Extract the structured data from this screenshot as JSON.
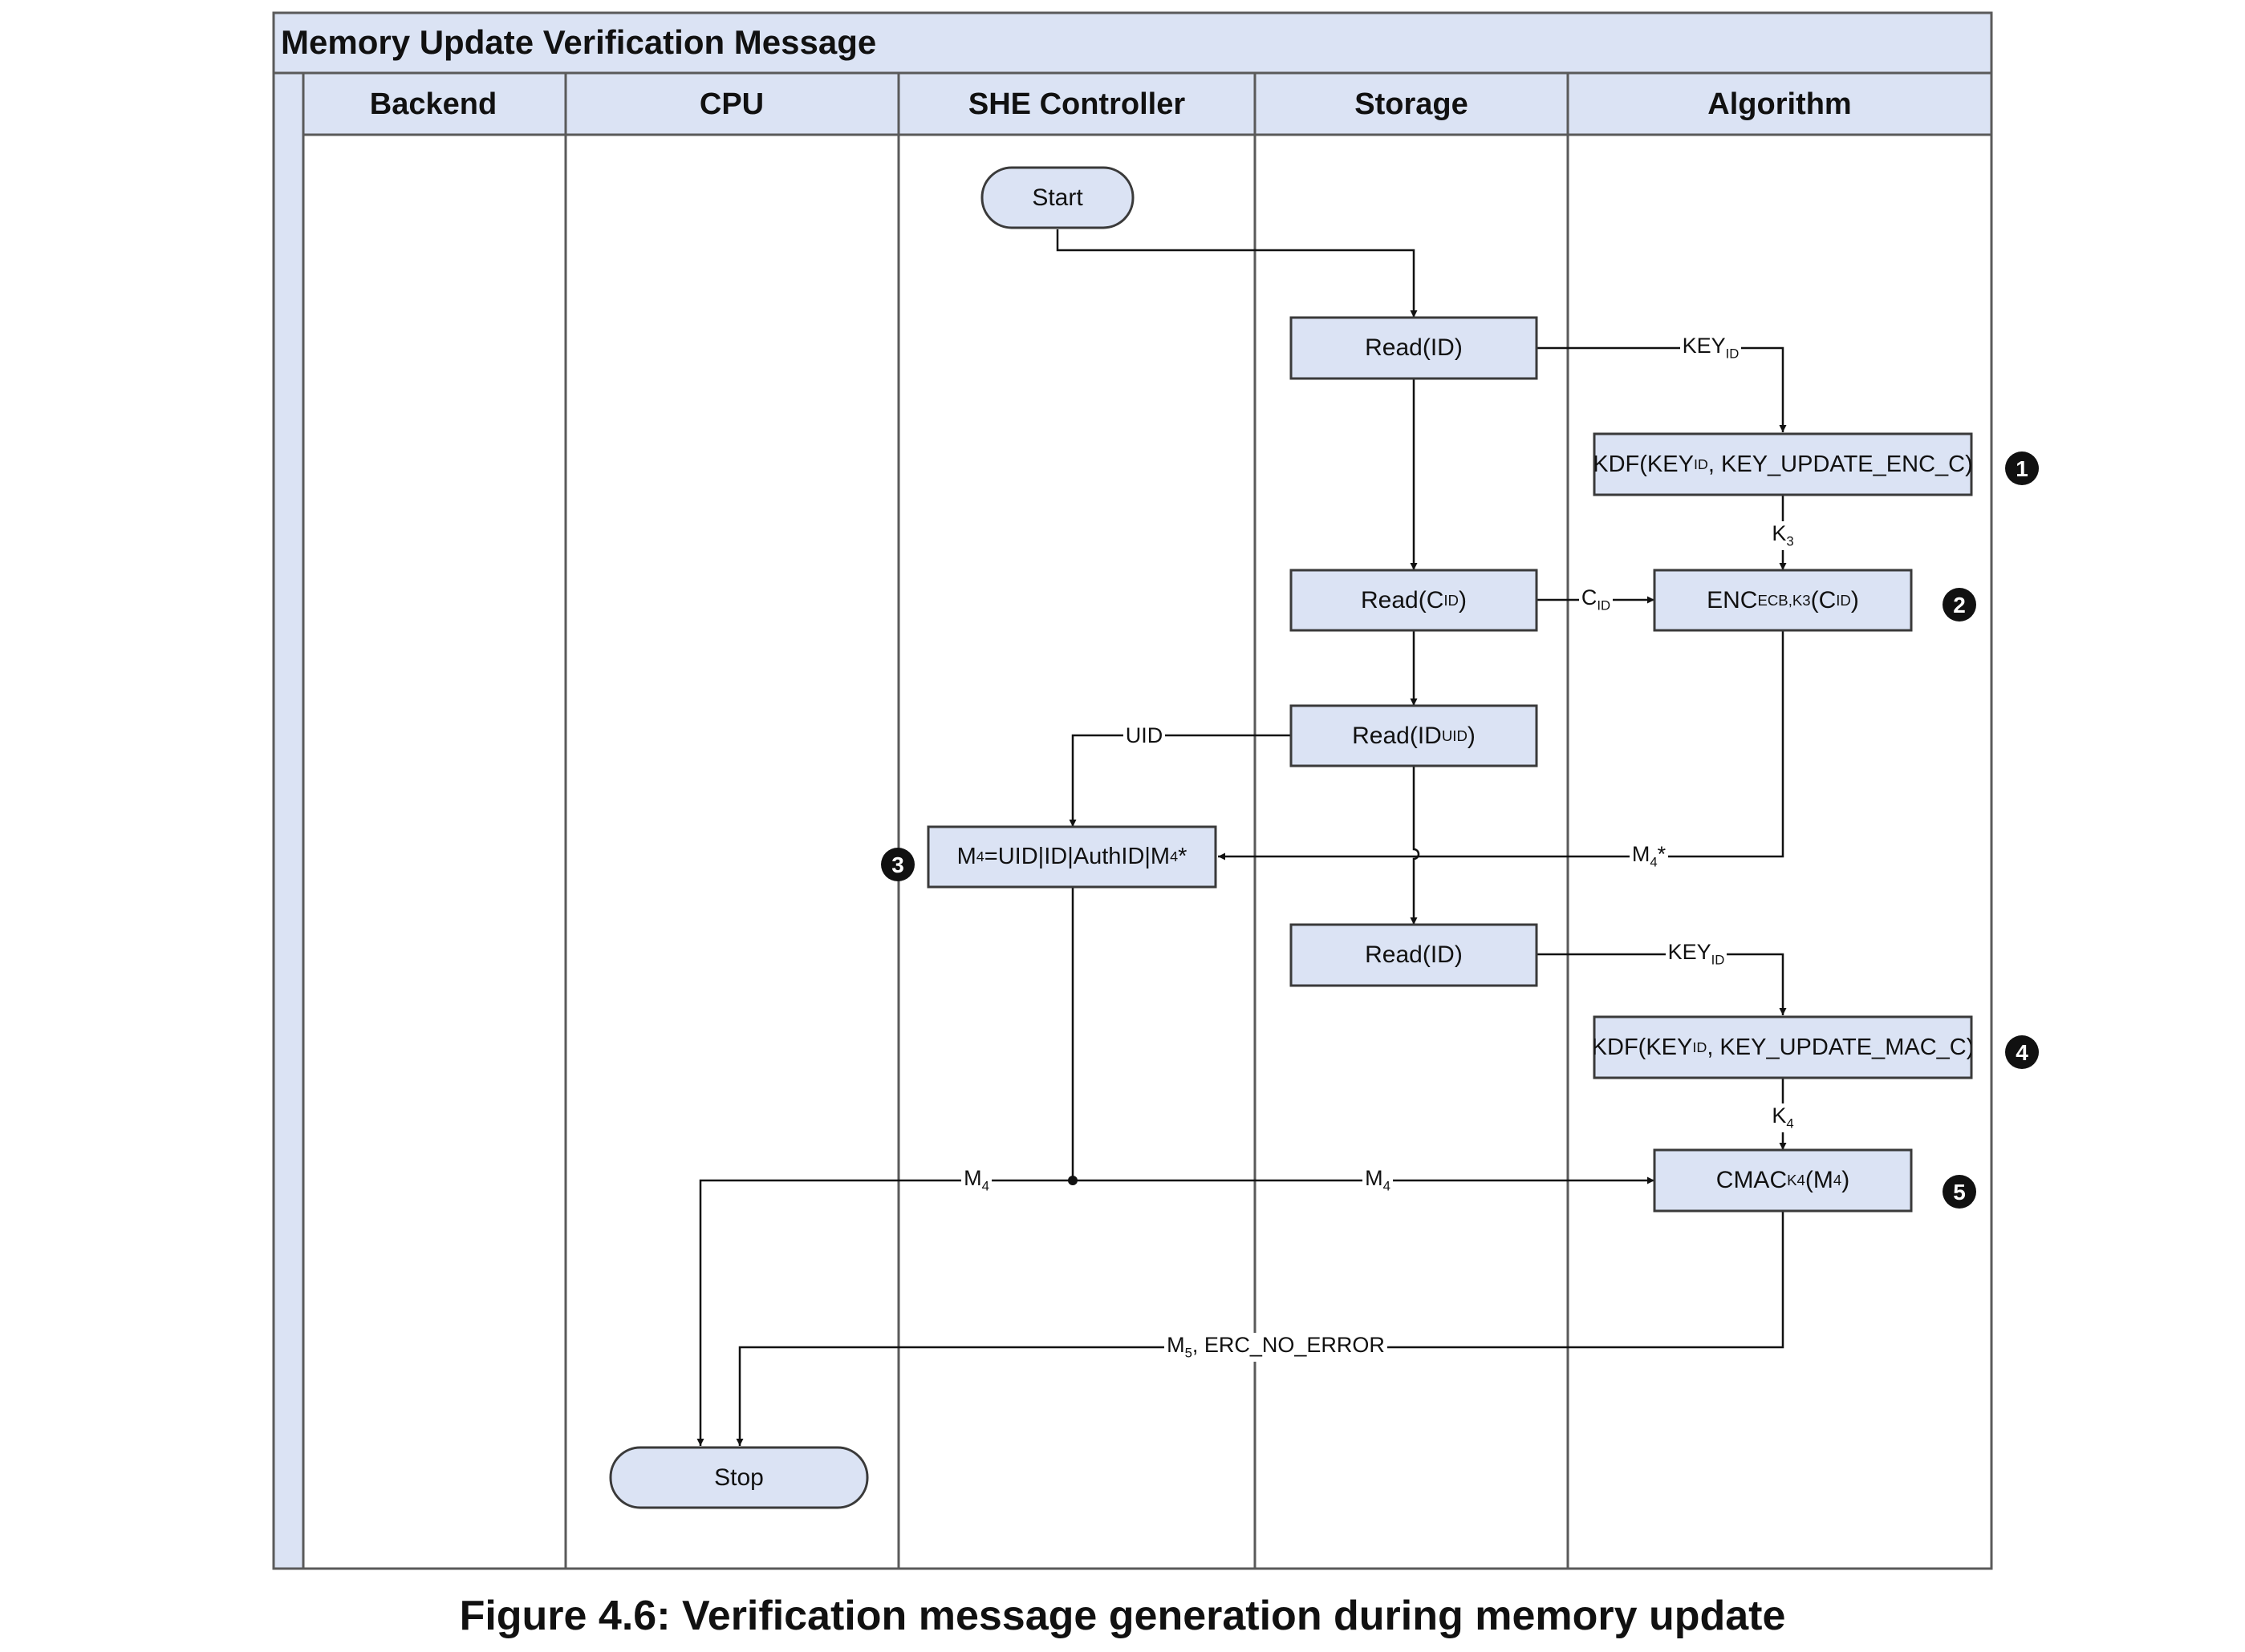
{
  "title": "Memory Update Verification Message",
  "lanes": [
    "Backend",
    "CPU",
    "SHE Controller",
    "Storage",
    "Algorithm"
  ],
  "nodes": {
    "start": "Start",
    "read_id_1": "Read(ID)",
    "kdf_enc": "KDF(KEY<sub>ID</sub>, KEY_UPDATE_ENC_C)",
    "read_cid": "Read(C<sub>ID</sub>)",
    "enc": "ENC<sub>ECB,K3</sub>(C<sub>ID</sub>)",
    "read_iduid": "Read(ID<sub>UID</sub>)",
    "m4_concat": "M<sub>4</sub>=UID|ID|AuthID|M<sub>4</sub>*",
    "read_id_2": "Read(ID)",
    "kdf_mac": "KDF(KEY<sub>ID</sub>, KEY_UPDATE_MAC_C)",
    "cmac": "CMAC<sub>K4</sub>(M<sub>4</sub>)",
    "stop": "Stop"
  },
  "edge_labels": {
    "key_id_1": "KEY<sub>ID</sub>",
    "k3": "K<sub>3</sub>",
    "c_id": "C<sub>ID</sub>",
    "uid": "UID",
    "m4_star": "M<sub>4</sub>*",
    "key_id_2": "KEY<sub>ID</sub>",
    "k4": "K<sub>4</sub>",
    "m4_left": "M<sub>4</sub>",
    "m4_right": "M<sub>4</sub>",
    "m5": "M<sub>5</sub>, ERC_NO_ERROR"
  },
  "step_markers": [
    "1",
    "2",
    "3",
    "4",
    "5"
  ],
  "caption": "Figure 4.6: Verification message generation during memory update",
  "colors": {
    "fill": "#dbe3f4",
    "stroke": "#3a3a3a",
    "marker": "#111111"
  }
}
